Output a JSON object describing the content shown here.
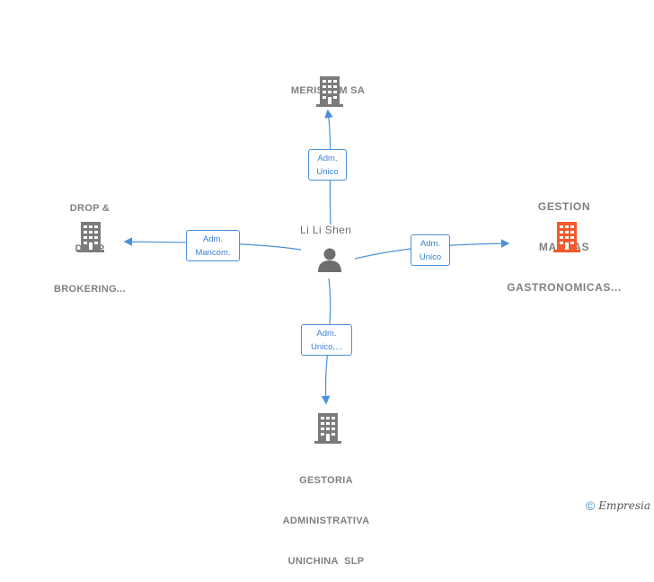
{
  "person": {
    "name": "Li Li Shen"
  },
  "companies": {
    "top": {
      "lines": [
        "MERISCOM SA"
      ]
    },
    "left": {
      "lines": [
        "DROP &",
        "DROP",
        "BROKERING..."
      ]
    },
    "right": {
      "lines": [
        "GESTION",
        "MARCAS",
        "GASTRONOMICAS..."
      ]
    },
    "bottom": {
      "lines": [
        "GESTORIA",
        "ADMINISTRATIVA",
        "UNICHINA  SLP"
      ]
    }
  },
  "relations": {
    "top": [
      "Adm.",
      "Unico"
    ],
    "left": [
      "Adm.",
      "Mancom."
    ],
    "right": [
      "Adm.",
      "Unico"
    ],
    "bottom": [
      "Adm.",
      "Unico,..."
    ]
  },
  "colors": {
    "line": "#4a90d9",
    "building": "#7b7b7b",
    "highlight_building": "#f15a2b",
    "person": "#6e6e6e"
  },
  "footer": {
    "copyright_symbol": "©",
    "brand": "Empresia"
  }
}
